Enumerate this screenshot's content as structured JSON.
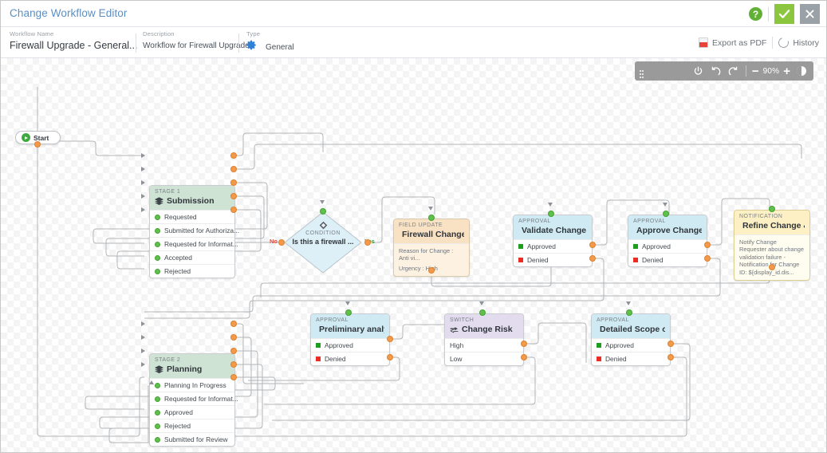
{
  "titlebar": {
    "title": "Change Workflow Editor",
    "help_icon": "question-mark-icon",
    "ok_label": "check-icon",
    "cancel_label": "close-icon"
  },
  "infobar": {
    "fields": [
      {
        "label": "Workflow Name",
        "value": "Firewall Upgrade - General..."
      },
      {
        "label": "Description",
        "value": "Workflow for Firewall Upgrade"
      },
      {
        "label": "Type",
        "value": "General",
        "icon": "gear-icon"
      }
    ],
    "actions": [
      {
        "label": "Export as PDF",
        "icon": "pdf-icon"
      },
      {
        "label": "History",
        "icon": "history-icon"
      }
    ]
  },
  "zoombar": {
    "grip": "drag-handle-icon",
    "power": "power-icon",
    "undo": "undo-icon",
    "redo": "redo-icon",
    "zoom_out": "−",
    "zoom_level": "90%",
    "zoom_in": "+",
    "fit": "contrast-icon"
  },
  "canvas": {
    "start": {
      "label": "Start",
      "icon": "play-icon"
    },
    "nodes": [
      {
        "id": "stage1",
        "kind": "Stage 1",
        "title": "Submission",
        "icon": "layers-icon",
        "type": "stage",
        "rows": [
          "Requested",
          "Submitted for Authoriza...",
          "Requested for Informat...",
          "Accepted",
          "Rejected"
        ]
      },
      {
        "id": "condition",
        "kind": "Condition",
        "title": "Is this a firewall ...",
        "icon": "diamond-icon",
        "type": "condition",
        "left_label": "No",
        "right_label": "Yes"
      },
      {
        "id": "fieldupdate",
        "kind": "Field Update",
        "title": "Firewall Change fi...",
        "icon": "circle-icon",
        "type": "field-update",
        "body_lines": [
          "Reason for Change : Anti vi...",
          "Urgency : High"
        ]
      },
      {
        "id": "approval1",
        "kind": "Approval",
        "title": "Validate Change ...",
        "icon": "check-circle-icon",
        "type": "approval",
        "rows": [
          "Approved",
          "Denied"
        ]
      },
      {
        "id": "approval2",
        "kind": "Approval",
        "title": "Approve Change ...",
        "icon": "check-circle-icon",
        "type": "approval",
        "rows": [
          "Approved",
          "Denied"
        ]
      },
      {
        "id": "notification",
        "kind": "Notification",
        "title": "Refine Change &...",
        "icon": "envelope-icon",
        "type": "notification",
        "body": "Notify Change Requester about change validation failure - Notification for Change ID: ${display_id.dis..."
      },
      {
        "id": "stage2",
        "kind": "Stage 2",
        "title": "Planning",
        "icon": "layers-icon",
        "type": "stage",
        "rows": [
          "Planning In Progress",
          "Requested for Informat...",
          "Approved",
          "Rejected",
          "Submitted for Review"
        ]
      },
      {
        "id": "approval3",
        "kind": "Approval",
        "title": "Preliminary analy...",
        "icon": "check-circle-icon",
        "type": "approval",
        "rows": [
          "Approved",
          "Denied"
        ]
      },
      {
        "id": "switch",
        "kind": "Switch",
        "title": "Change Risk",
        "icon": "switch-icon",
        "type": "switch",
        "rows": [
          "High",
          "Low"
        ]
      },
      {
        "id": "approval4",
        "kind": "Approval",
        "title": "Detailed Scope of...",
        "icon": "check-circle-icon",
        "type": "approval",
        "rows": [
          "Approved",
          "Denied"
        ]
      }
    ]
  },
  "colors": {
    "accent": "#5a8fc4",
    "ok": "#8cc63e",
    "cancel": "#9aa2a8",
    "stage_header": "#cfe3d4",
    "approval_header": "#cfeaf2",
    "field_header": "#f9e2c3",
    "notification_header": "#fdf0c4",
    "switch_header": "#e2dcee",
    "in_port": "#5fc14b",
    "out_port": "#f2994a",
    "approved": "#1e9e1e",
    "denied": "#ec2c23",
    "wire": "#b0b4b8"
  }
}
